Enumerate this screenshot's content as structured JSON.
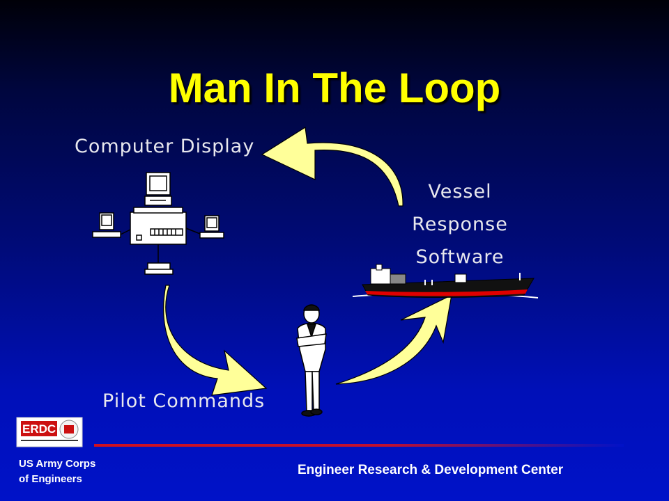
{
  "slide": {
    "title": "Man In The Loop"
  },
  "labels": {
    "computer_display": "Computer Display",
    "vessel_line1": "Vessel",
    "vessel_line2": "Response",
    "vessel_line3": "Software",
    "pilot_commands": "Pilot Commands"
  },
  "footer": {
    "logo_text": "ERDC",
    "org_line1": "US Army Corps",
    "org_line2": "of Engineers",
    "center_name": "Engineer Research & Development Center"
  },
  "colors": {
    "title": "#ffff00",
    "arrow_fill": "#ffff99",
    "footer_rule": "#cc1020",
    "hull_stripe": "#e00000"
  }
}
